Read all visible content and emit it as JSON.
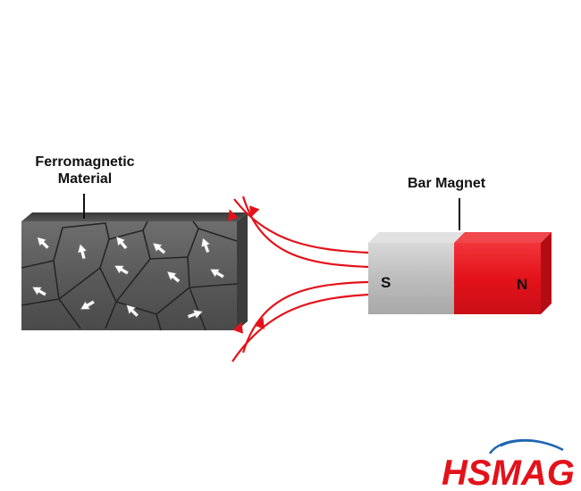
{
  "labels": {
    "ferromagnetic_line1": "Ferromagnetic",
    "ferromagnetic_line2": "Material",
    "bar_magnet": "Bar Magnet"
  },
  "magnet": {
    "south_pole": "S",
    "north_pole": "N",
    "south_color": "#bdbdbd",
    "north_color": "#e8232a"
  },
  "field_line_color": "#e3121a",
  "logo": {
    "text": "HSMAG",
    "color": "#e3121a",
    "accent_color": "#1f66b3"
  }
}
